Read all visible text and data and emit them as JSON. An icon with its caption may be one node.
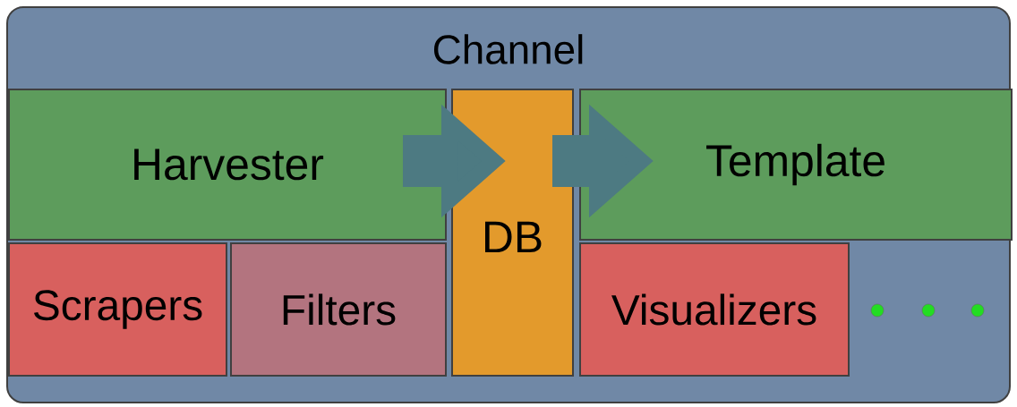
{
  "diagram": {
    "nodes": [
      {
        "text": [
          "Channel"
        ]
      },
      {
        "text": [
          "Harvester"
        ],
        "in": 0
      },
      {
        "text": [
          "DB"
        ],
        "in": 0
      },
      {
        "text": [
          "Template"
        ],
        "in": 0
      },
      {
        "text": [
          "Scrapers"
        ],
        "in": 0
      },
      {
        "text": [
          "Filters"
        ],
        "in": 0
      },
      {
        "text": [
          "Visualizers"
        ],
        "in": 0
      }
    ],
    "edges": [
      {
        "from": 1,
        "to": 2,
        "arrow": "to"
      },
      {
        "from": 2,
        "to": 3,
        "arrow": "to"
      }
    ]
  }
}
